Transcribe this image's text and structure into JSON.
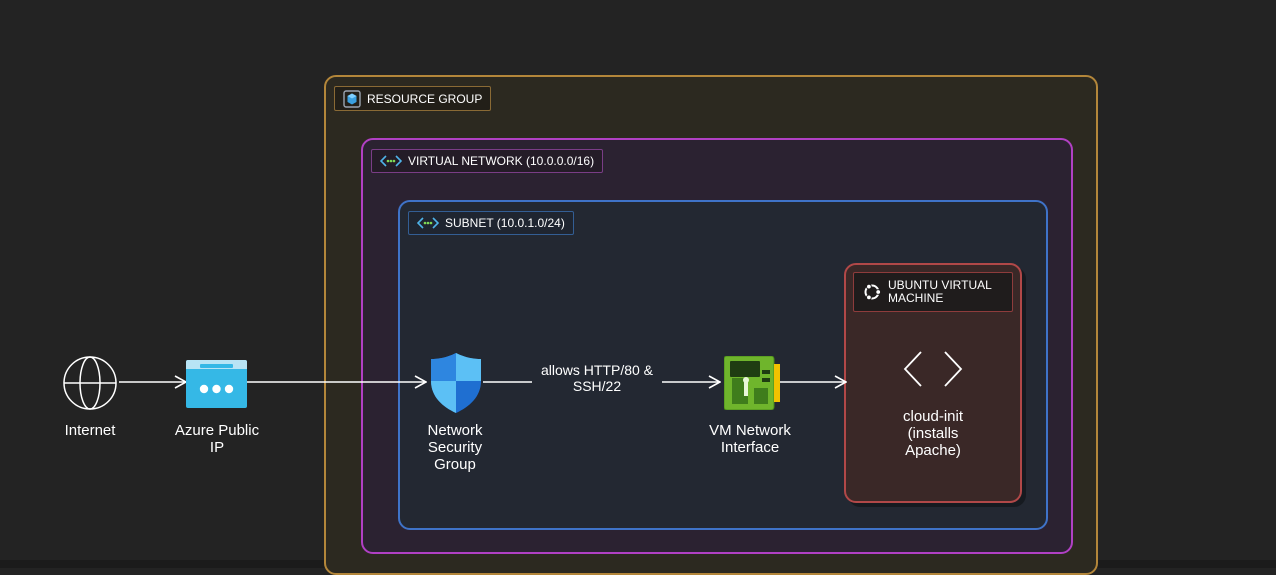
{
  "groups": {
    "resource_group": {
      "label": "RESOURCE GROUP",
      "icon": "resource-group-icon",
      "color": "#b3863a"
    },
    "virtual_network": {
      "label": "VIRTUAL NETWORK (10.0.0.0/16)",
      "icon": "vnet-icon",
      "color": "#b140c4"
    },
    "subnet": {
      "label": "SUBNET (10.0.1.0/24)",
      "icon": "subnet-icon",
      "color": "#3f73c8"
    },
    "vm": {
      "label": "UBUNTU VIRTUAL\nMACHINE",
      "icon": "ubuntu-icon",
      "color": "#b14848"
    }
  },
  "nodes": {
    "internet": {
      "label": "Internet",
      "icon": "globe-icon"
    },
    "public_ip": {
      "label": "Azure Public\nIP",
      "icon": "public-ip-icon"
    },
    "nsg": {
      "label": "Network\nSecurity\nGroup",
      "icon": "shield-icon"
    },
    "nic": {
      "label": "VM Network\nInterface",
      "icon": "network-card-icon"
    },
    "cloud_init": {
      "label": "cloud-init\n(installs\nApache)",
      "icon": "code-icon"
    }
  },
  "edges": {
    "nsg_to_nic": {
      "label": "allows HTTP/80 &\nSSH/22"
    }
  }
}
